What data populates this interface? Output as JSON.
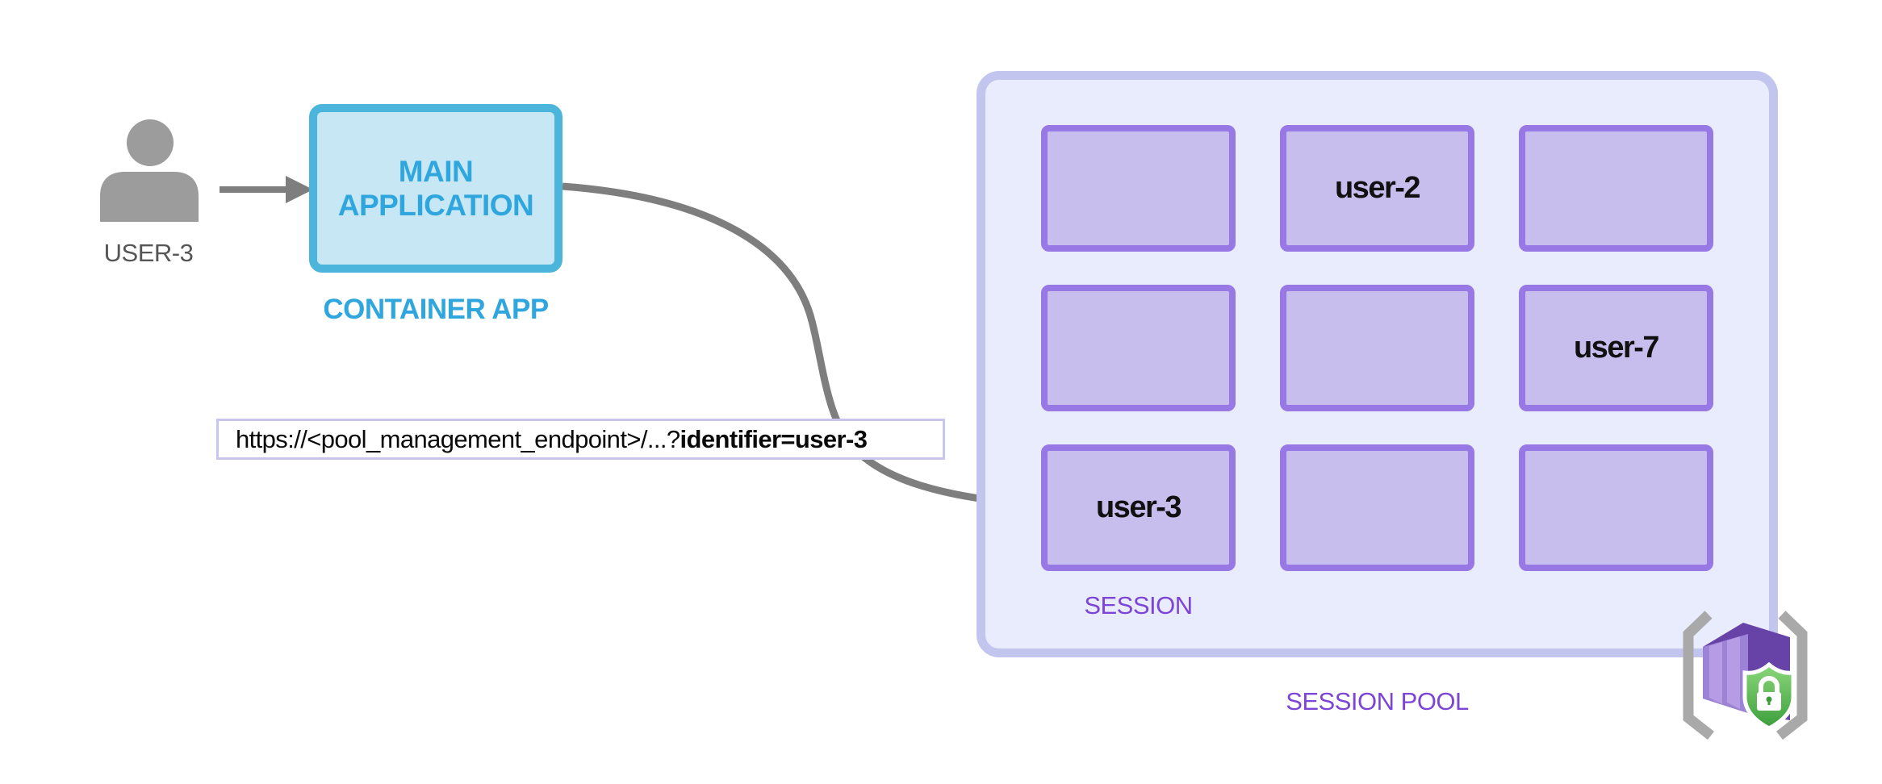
{
  "user": {
    "label": "USER-3"
  },
  "main_app": {
    "line1": "MAIN",
    "line2": "APPLICATION",
    "caption": "CONTAINER APP"
  },
  "request": {
    "url_prefix": "https://<pool_management_endpoint>/...?",
    "url_bold": "identifier=user-3"
  },
  "pool": {
    "label": "SESSION POOL",
    "session_label": "SESSION",
    "cells": [
      "",
      "user-2",
      "",
      "",
      "",
      "user-7",
      "user-3",
      "",
      ""
    ]
  },
  "icons": {
    "user_icon": "person-silhouette",
    "pool_icon": "container-apps-dynamic-sessions-shield-lock",
    "arrows": [
      "user-to-app-arrow",
      "app-to-session-curved-arrow"
    ]
  },
  "colors": {
    "accent_blue": "#2FA7DE",
    "blue_fill": "#C7E7F4",
    "blue_border": "#4CB5DC",
    "gray_arrow": "#7E7E7E",
    "gray_user": "#9C9C9C",
    "user_text": "#565656",
    "pool_fill": "#E9ECFC",
    "pool_border": "#C2C6EE",
    "session_fill": "#C7BEEE",
    "session_border": "#9878E5",
    "purple_text": "#7C45D6",
    "url_border": "#C8C5EF",
    "url_text": "#0A0A0A",
    "cell_text": "#111111",
    "icon_bracket_gray": "#A9A9A9",
    "icon_cube_front": "#9D83D5",
    "icon_cube_side": "#6743A8",
    "icon_cube_stripe": "#B59CE4",
    "icon_shield_light": "#8BD77C",
    "icon_shield_dark": "#3C9E3A"
  }
}
